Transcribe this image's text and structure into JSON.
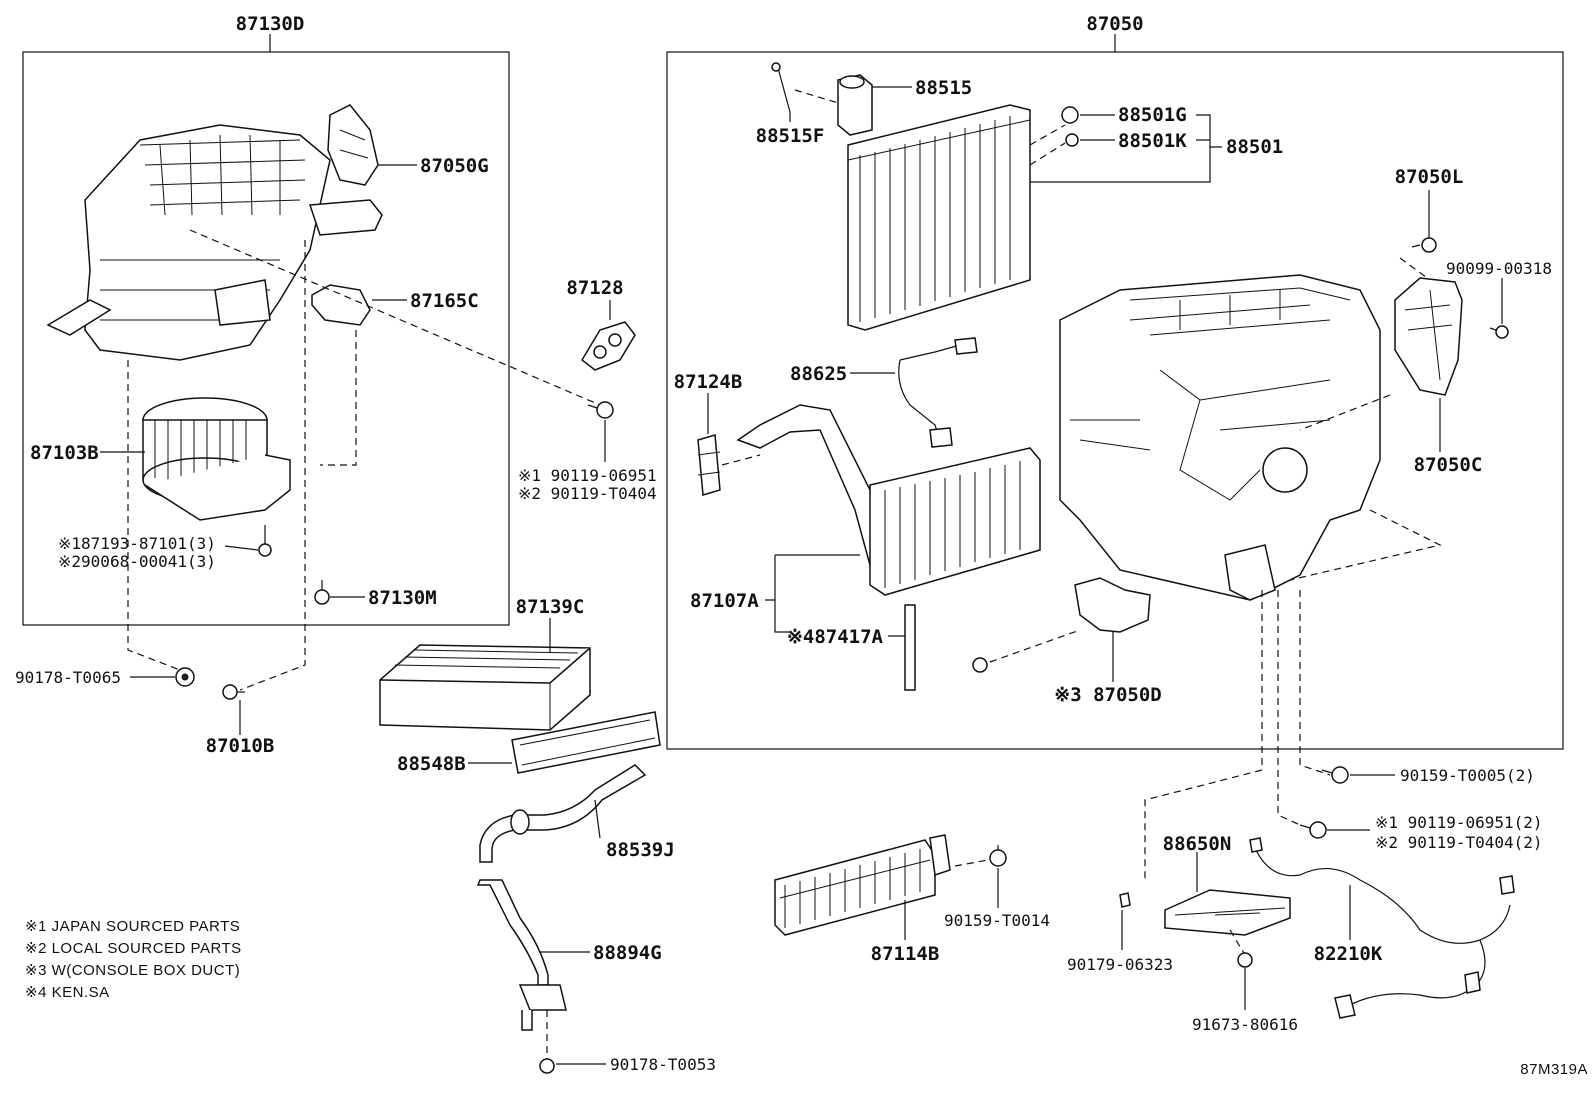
{
  "groups": {
    "left_assembly": "87130D",
    "right_assembly": "87050"
  },
  "labels": {
    "p87050G": "87050G",
    "p87165C": "87165C",
    "p87103B": "87103B",
    "p87193": "※187193-87101(3)",
    "p90068": "※290068-00041(3)",
    "p87130M": "87130M",
    "p87128": "87128",
    "p90119a": "※1 90119-06951",
    "p90119b": "※2 90119-T0404",
    "p90178a": "90178-T0065",
    "p87010B": "87010B",
    "p87139C": "87139C",
    "p88548B": "88548B",
    "p88539J": "88539J",
    "p88894G": "88894G",
    "p90178b": "90178-T0053",
    "p88515": "88515",
    "p88515F": "88515F",
    "p88501G": "88501G",
    "p88501K": "88501K",
    "p88501": "88501",
    "p87050L": "87050L",
    "p90099": "90099-00318",
    "p87124B": "87124B",
    "p88625": "88625",
    "p87050C": "87050C",
    "p87107A": "87107A",
    "p87417A": "※487417A",
    "p87050D": "※3 87050D",
    "p90159a": "90159-T0005(2)",
    "p90119c": "※1 90119-06951(2)",
    "p90119d": "※2 90119-T0404(2)",
    "p88650N": "88650N",
    "p87114B": "87114B",
    "p90159b": "90159-T0014",
    "p90179": "90179-06323",
    "p82210K": "82210K",
    "p91673": "91673-80616"
  },
  "notes": [
    "※1 JAPAN SOURCED PARTS",
    "※2 LOCAL SOURCED PARTS",
    "※3 W(CONSOLE BOX DUCT)",
    "※4 KEN.SA"
  ],
  "figure_id": "87M319A"
}
